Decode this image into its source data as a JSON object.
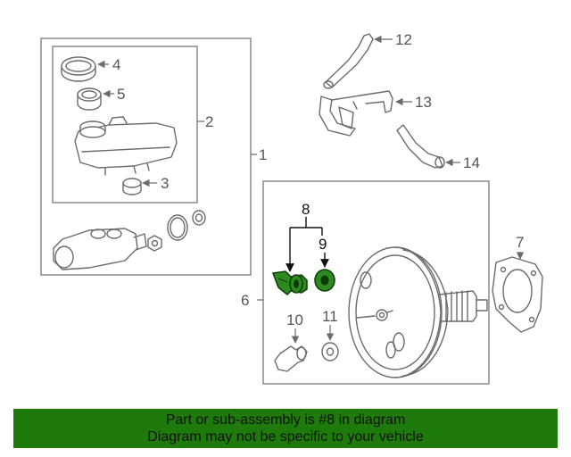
{
  "callouts": {
    "c1": "1",
    "c2": "2",
    "c3": "3",
    "c4": "4",
    "c5": "5",
    "c6": "6",
    "c7": "7",
    "c8": "8",
    "c9": "9",
    "c10": "10",
    "c11": "11",
    "c12": "12",
    "c13": "13",
    "c14": "14"
  },
  "banner": {
    "line1": "Part or sub-assembly is #8 in diagram",
    "line2": "Diagram may not be specific to your vehicle"
  },
  "colors": {
    "highlight_part": "#2d8a1e",
    "banner_background": "#1f7a0c",
    "line_art": "#6b6b6b"
  }
}
